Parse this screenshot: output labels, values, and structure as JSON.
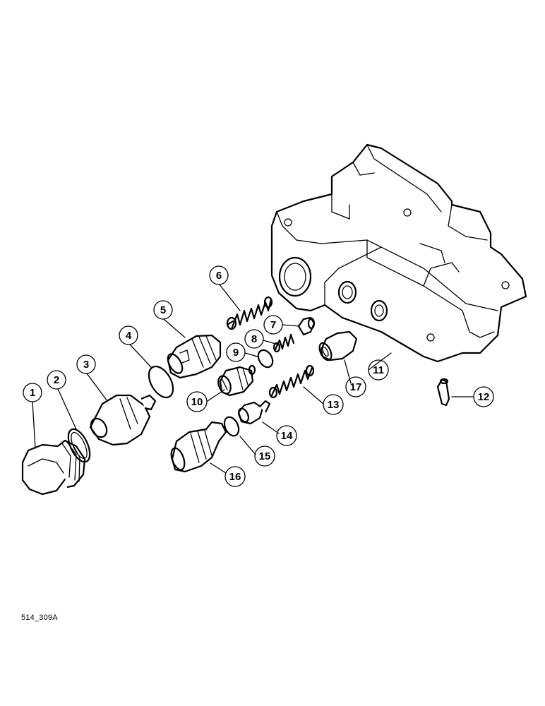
{
  "figure_code": "514_309A",
  "callouts": [
    "1",
    "2",
    "3",
    "4",
    "5",
    "6",
    "7",
    "8",
    "9",
    "10",
    "11",
    "12",
    "13",
    "14",
    "15",
    "16",
    "17"
  ]
}
